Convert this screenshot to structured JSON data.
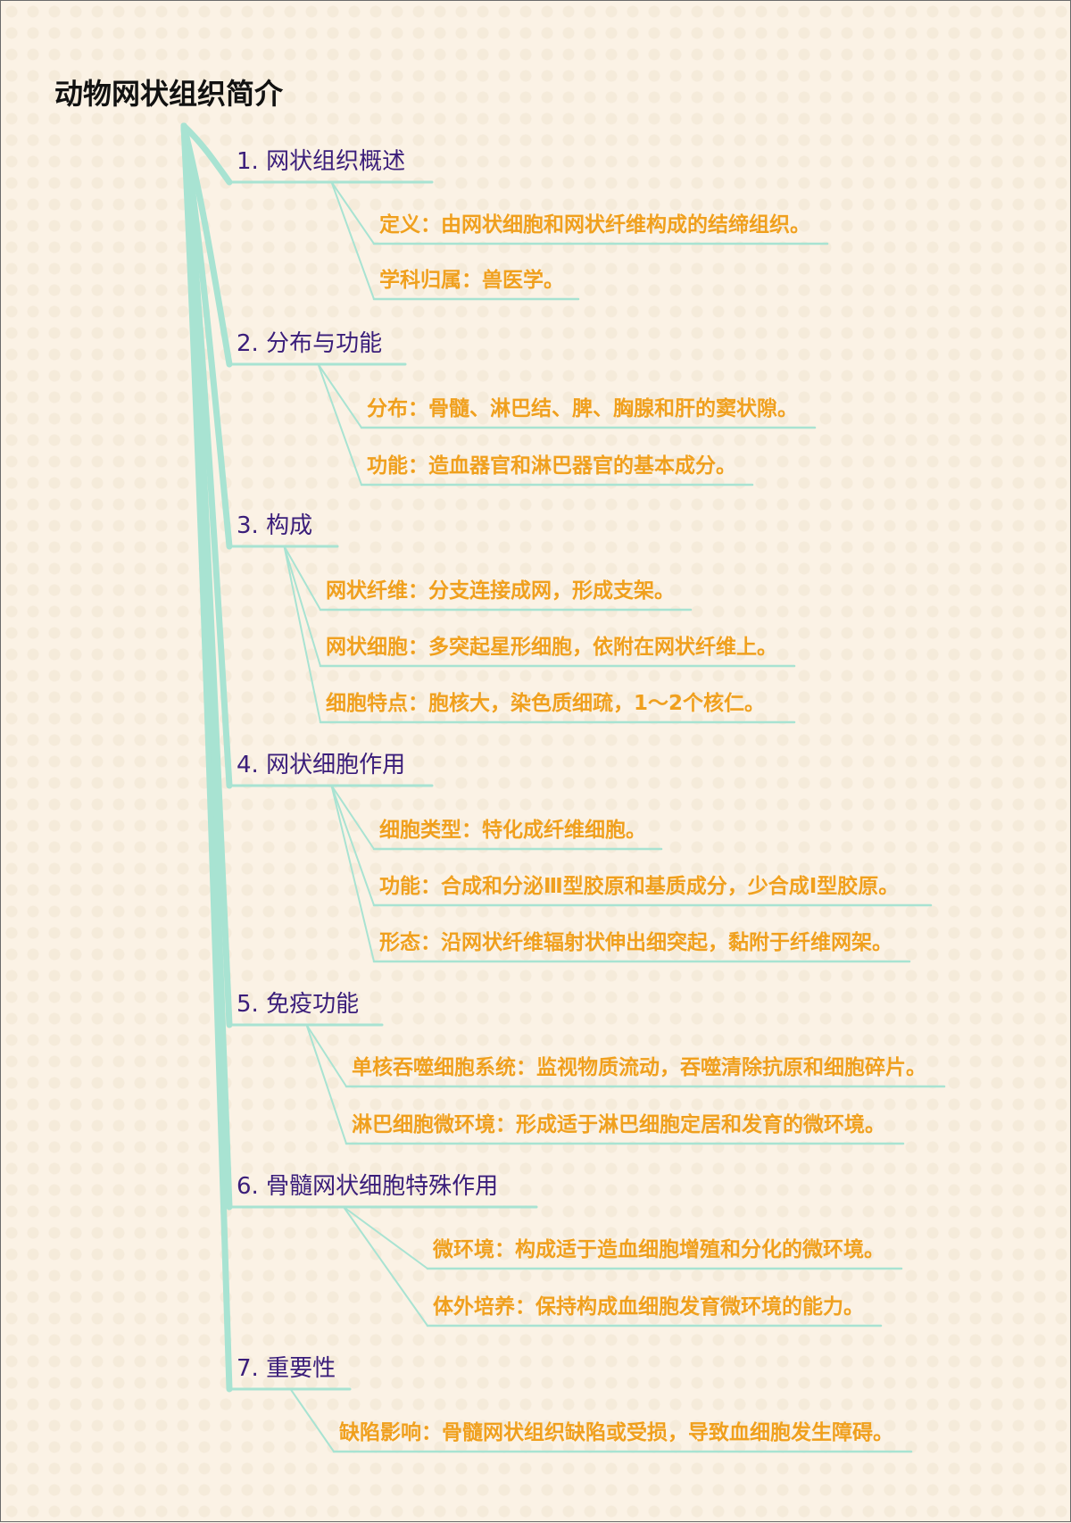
{
  "title": "动物网状组织简介",
  "colors": {
    "background": "#fbf2e5",
    "connector": "#a8e3d2",
    "branch_text": "#3a1d7a",
    "leaf_text": "#f0a01e",
    "title_text": "#111111"
  },
  "sections": [
    {
      "label": "1. 网状组织概述",
      "items": [
        "定义：由网状细胞和网状纤维构成的结缔组织。",
        "学科归属：兽医学。"
      ]
    },
    {
      "label": "2. 分布与功能",
      "items": [
        "分布：骨髓、淋巴结、脾、胸腺和肝的窦状隙。",
        "功能：造血器官和淋巴器官的基本成分。"
      ]
    },
    {
      "label": "3. 构成",
      "items": [
        "网状纤维：分支连接成网，形成支架。",
        "网状细胞：多突起星形细胞，依附在网状纤维上。",
        "细胞特点：胞核大，染色质细疏，1～2个核仁。"
      ]
    },
    {
      "label": "4. 网状细胞作用",
      "items": [
        "细胞类型：特化成纤维细胞。",
        "功能：合成和分泌Ⅲ型胶原和基质成分，少合成Ⅰ型胶原。",
        "形态：沿网状纤维辐射状伸出细突起，黏附于纤维网架。"
      ]
    },
    {
      "label": "5. 免疫功能",
      "items": [
        "单核吞噬细胞系统：监视物质流动，吞噬清除抗原和细胞碎片。",
        "淋巴细胞微环境：形成适于淋巴细胞定居和发育的微环境。"
      ]
    },
    {
      "label": "6. 骨髓网状细胞特殊作用",
      "items": [
        "微环境：构成适于造血细胞增殖和分化的微环境。",
        "体外培养：保持构成血细胞发育微环境的能力。"
      ]
    },
    {
      "label": "7. 重要性",
      "items": [
        "缺陷影响：骨髓网状组织缺陷或受损，导致血细胞发生障碍。"
      ]
    }
  ]
}
